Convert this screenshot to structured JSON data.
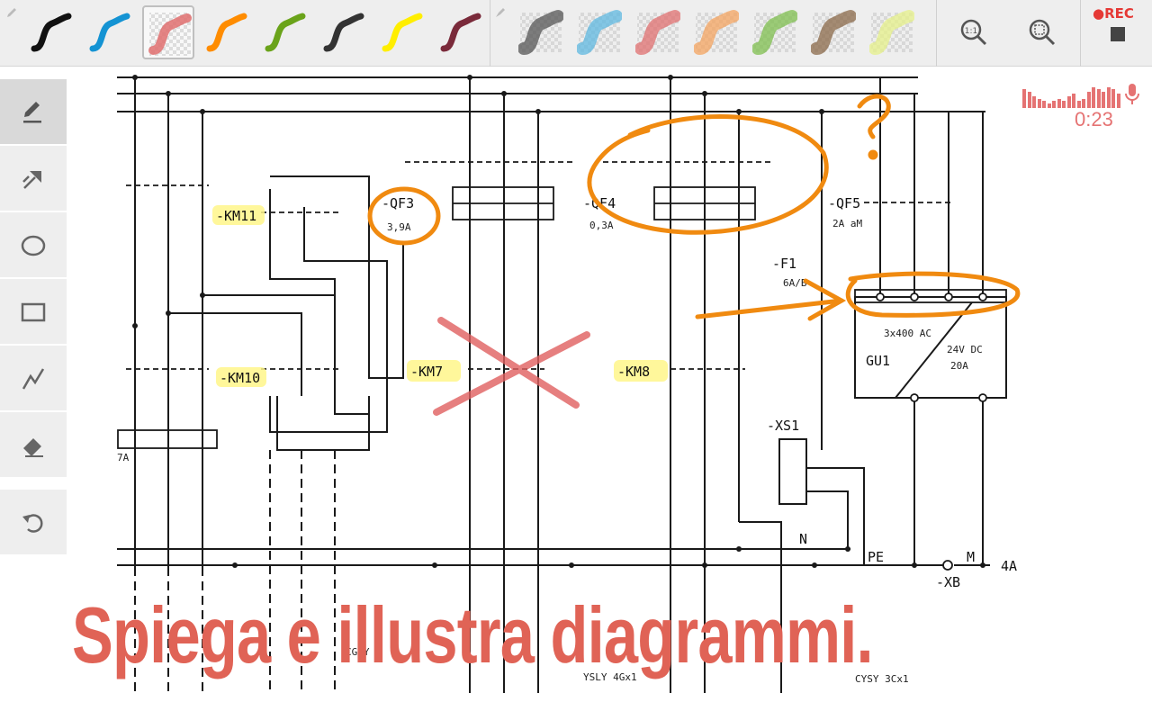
{
  "toolbar": {
    "pens": [
      {
        "color": "#111111",
        "selected": false,
        "textured": false
      },
      {
        "color": "#1493d3",
        "selected": false,
        "textured": false
      },
      {
        "color": "#e07070",
        "selected": true,
        "textured": true
      },
      {
        "color": "#ff8c00",
        "selected": false,
        "textured": false
      },
      {
        "color": "#6aa31a",
        "selected": false,
        "textured": false
      },
      {
        "color": "#333333",
        "selected": false,
        "textured": false
      },
      {
        "color": "#ffee00",
        "selected": false,
        "textured": false
      },
      {
        "color": "#7a2a3a",
        "selected": false,
        "textured": false
      }
    ],
    "highlighters": [
      {
        "color": "#555555"
      },
      {
        "color": "#5fb8e0"
      },
      {
        "color": "#e07070"
      },
      {
        "color": "#f4a460"
      },
      {
        "color": "#7fbf4f"
      },
      {
        "color": "#8b6a4a"
      },
      {
        "color": "#e6f08a"
      }
    ],
    "zoom_actual_label": "1:1",
    "rec_label": "●REC"
  },
  "sidebar": {
    "tools": [
      {
        "name": "pen",
        "active": true
      },
      {
        "name": "arrow",
        "active": false
      },
      {
        "name": "ellipse",
        "active": false
      },
      {
        "name": "rectangle",
        "active": false
      },
      {
        "name": "freeline",
        "active": false
      },
      {
        "name": "eraser",
        "active": false
      }
    ]
  },
  "recording": {
    "timer": "0:23",
    "levels": [
      0.8,
      0.7,
      0.5,
      0.4,
      0.3,
      0.2,
      0.3,
      0.4,
      0.3,
      0.5,
      0.6,
      0.3,
      0.4,
      0.7,
      0.9,
      0.8,
      0.7,
      0.9,
      0.8,
      0.6
    ]
  },
  "diagram": {
    "labels": {
      "km11": "-KM11",
      "km10": "-KM10",
      "km7": "-KM7",
      "km8": "-KM8",
      "qf3": "-QF3",
      "qf3_rating": "3,9A",
      "qf4": "-QF4",
      "qf4_rating": "0,3A",
      "qf5": "-QF5",
      "qf5_rating": "2A aM",
      "f1": "-F1",
      "f1_rating": "6A/B",
      "xs1": "-XS1",
      "gu1": "GU1",
      "gu1_input": "3x400 AC",
      "gu1_output_v": "24V DC",
      "gu1_output_a": "20A",
      "xb": "-XB",
      "n": "N",
      "pe": "PE",
      "m": "M",
      "four_a": "4A",
      "cable1": "CGSY",
      "cable2": "YSLY 4Gx1",
      "cable3": "CYSY 3Cx1",
      "fuse_7a": "7A",
      "question": "?"
    }
  },
  "caption": "Spiega e illustra diagrammi."
}
